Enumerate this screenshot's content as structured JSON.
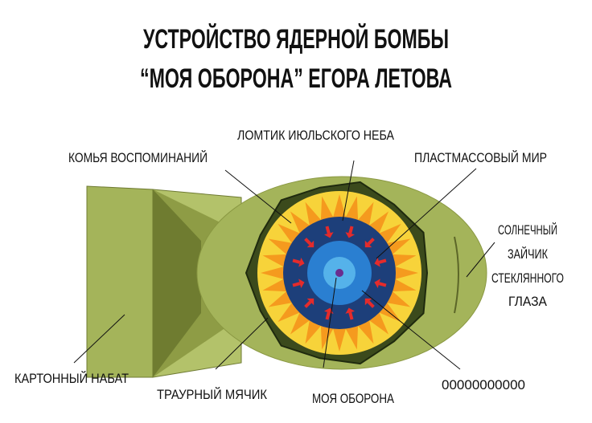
{
  "title": {
    "line1": "УСТРОЙСТВО ЯДЕРНОЙ БОМБЫ",
    "line2": "“МОЯ ОБОРОНА” ЕГОРА ЛЕТОВА"
  },
  "labels": {
    "komya": "КОМЬЯ ВОСПОМИНАНИЙ",
    "lomtik": "ЛОМТИК ИЮЛЬСКОГО НЕБА",
    "plastmass": "ПЛАСТМАССОВЫЙ МИР",
    "solnechny": [
      "СОЛНЕЧНЫЙ",
      "ЗАЙЧИК",
      "СТЕКЛЯННОГО",
      "ГЛАЗА"
    ],
    "kartonny": "КАРТОННЫЙ НАБАТ",
    "traurny": "ТРАУРНЫЙ МЯЧИК",
    "moya": "МОЯ ОБОРОНА",
    "zeros": "00000000000"
  },
  "colors": {
    "body": "#a4b45a",
    "body_dark": "#7d8a3a",
    "yellow": "#f7d33a",
    "orange": "#f59a1e",
    "dark_blue": "#1d3f7a",
    "blue": "#2a7fd1",
    "light_blue": "#55b2ea",
    "red_arrow": "#e52b2b",
    "core": "#6a2d8f"
  }
}
